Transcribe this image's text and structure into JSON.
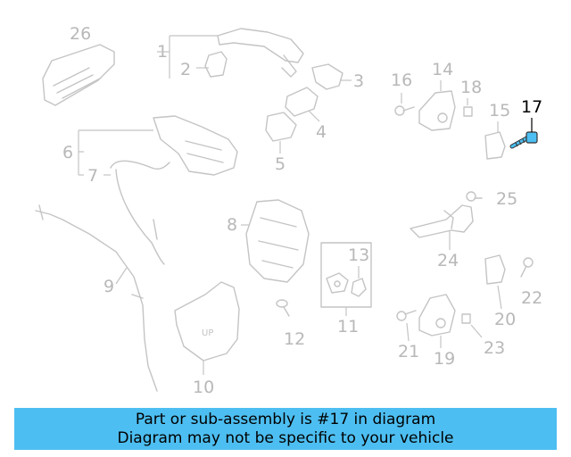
{
  "callouts": [
    "26",
    "1",
    "2",
    "3",
    "4",
    "5",
    "6",
    "7",
    "8",
    "9",
    "10",
    "11",
    "12",
    "13",
    "14",
    "15",
    "16",
    "17",
    "18",
    "19",
    "20",
    "21",
    "22",
    "23",
    "24",
    "25"
  ],
  "highlight": "17",
  "highlight_color": "#4dbef1",
  "banner": {
    "line1": "Part or sub-assembly is #17 in diagram",
    "line2": "Diagram may not be specific to your vehicle"
  }
}
